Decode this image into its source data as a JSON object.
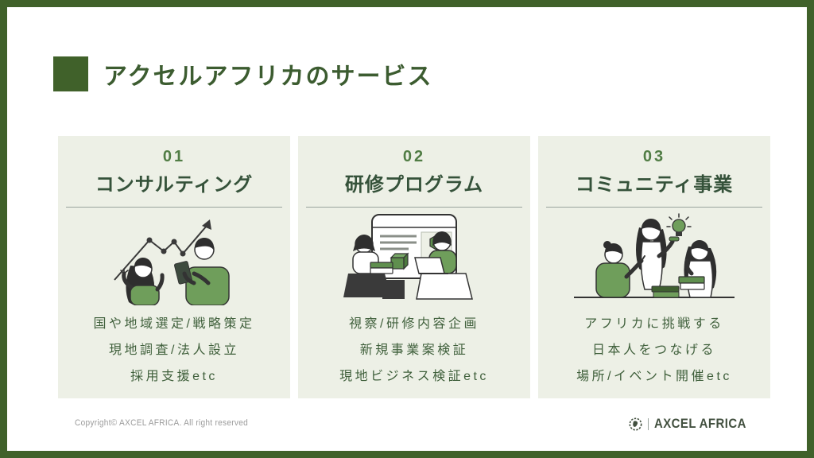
{
  "page": {
    "title": "アクセルアフリカのサービス",
    "copyright": "Copyright©  AXCEL AFRICA. All right reserved",
    "logo_text": "AXCEL AFRICA"
  },
  "colors": {
    "frame_green": "#40612a",
    "card_background": "#edf0e6",
    "number_green": "#517d45",
    "card_title_green": "#35523a",
    "body_text_green": "#40603c",
    "divider_gray": "#9aa49e",
    "illustration_green": "#6f9e5b",
    "illustration_dark": "#333333",
    "footer_gray": "#9b9b9b"
  },
  "icons": [
    "title-square-icon",
    "consulting-illustration",
    "training-illustration",
    "community-illustration",
    "globe-africa-icon"
  ],
  "cards": [
    {
      "number": "01",
      "title": "コンサルティング",
      "illustration": "consulting-illustration",
      "lines": [
        "国や地域選定/戦略策定",
        "現地調査/法人設立",
        "採用支援etc"
      ]
    },
    {
      "number": "02",
      "title": "研修プログラム",
      "illustration": "training-illustration",
      "lines": [
        "視察/研修内容企画",
        "新規事業案検証",
        "現地ビジネス検証etc"
      ]
    },
    {
      "number": "03",
      "title": "コミュニティ事業",
      "illustration": "community-illustration",
      "lines": [
        "アフリカに挑戦する",
        "日本人をつなげる",
        "場所/イベント開催etc"
      ]
    }
  ]
}
